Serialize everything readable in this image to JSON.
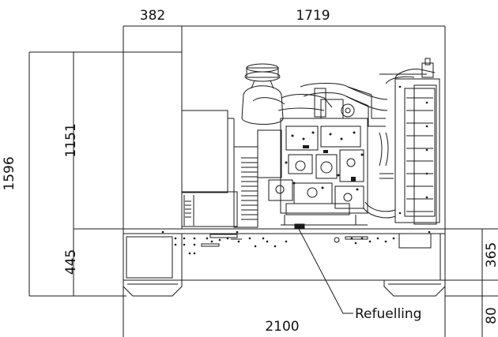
{
  "dimensions": {
    "top_left_width": "382",
    "top_right_width": "1719",
    "overall_height": "1596",
    "upper_height": "1151",
    "base_height_left": "445",
    "base_height_right": "365",
    "foot_height": "80",
    "overall_length": "2100"
  },
  "annotations": {
    "refuelling": "Refuelling"
  },
  "colors": {
    "line": "#1a1a1a",
    "background": "#ffffff"
  }
}
